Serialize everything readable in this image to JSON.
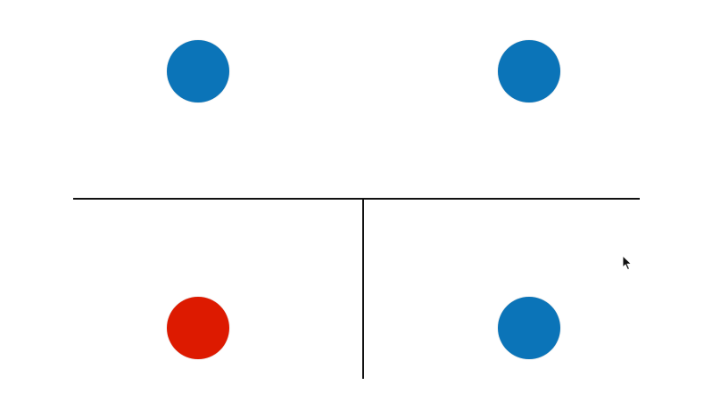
{
  "colors": {
    "background": "#ffffff",
    "divider": "#111111",
    "blue_dot": "#0b74b8",
    "red_dot": "#dd1a00"
  },
  "dots": [
    {
      "id": "top-left",
      "color": "blue"
    },
    {
      "id": "top-right",
      "color": "blue"
    },
    {
      "id": "bottom-left",
      "color": "red"
    },
    {
      "id": "bottom-right",
      "color": "blue"
    }
  ],
  "cursor": {
    "icon": "arrow-pointer-icon"
  }
}
